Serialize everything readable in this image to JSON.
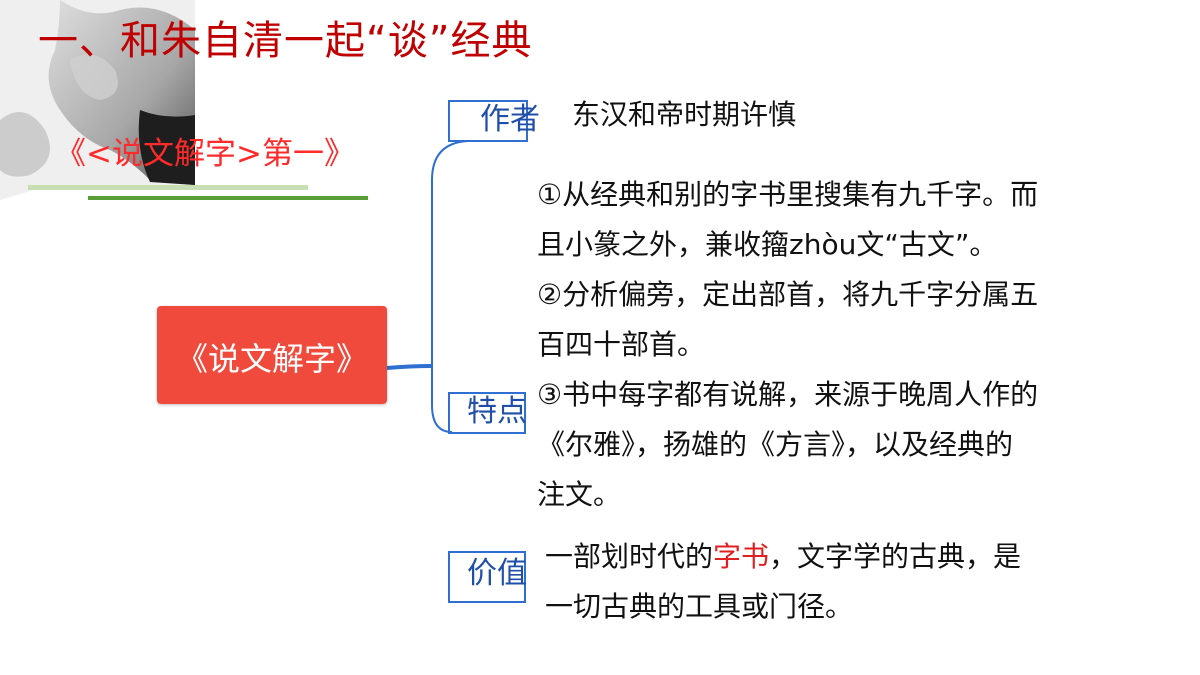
{
  "title": "一、和朱自清一起“谈”经典",
  "subtitle": "《<说文解字>第一》",
  "center_node": "《说文解字》",
  "branches": {
    "author": {
      "label": "作者",
      "text": "东汉和帝时期许慎"
    },
    "features": {
      "label": "特点",
      "lines": [
        "①从经典和别的字书里搜集有九千字。而",
        "且小篆之外，兼收籀zhòu文“古文”。",
        "②分析偏旁，定出部首，将九千字分属五",
        "百四十部首。",
        "③书中每字都有说解，来源于晚周人作的",
        "《尔雅》，扬雄的《方言》，以及经典的",
        "注文。"
      ]
    },
    "value": {
      "label": "价值",
      "line1_pre": "一部划时代的",
      "line1_highlight": "字书",
      "line1_post": "，文字学的古典，是",
      "line2": "一切古典的工具或门径。"
    }
  },
  "colors": {
    "title": "#c00000",
    "subtitle": "#ff2a2a",
    "center_node_bg": "#ef4a3c",
    "branch_line": "#2e6fd1",
    "label": "#1f4fa8",
    "highlight": "#e02020"
  }
}
